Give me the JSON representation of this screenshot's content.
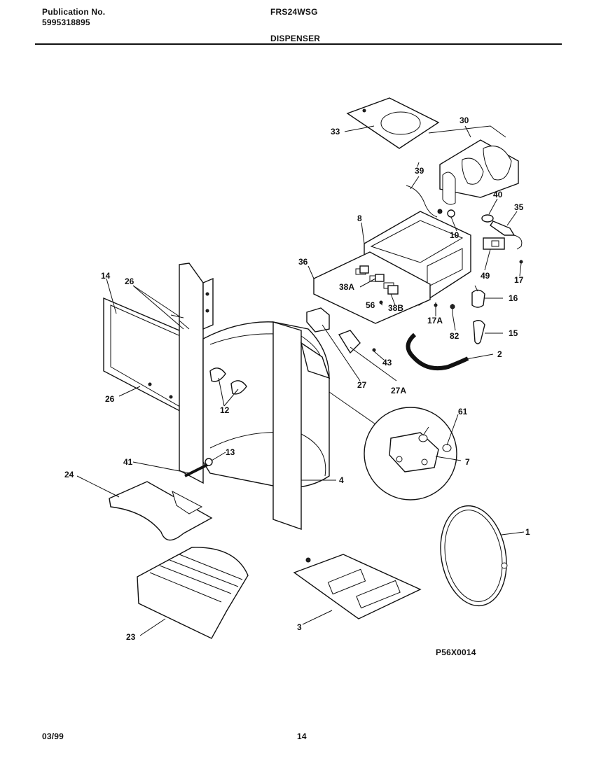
{
  "header": {
    "publication_label": "Publication No.",
    "publication_number": "5995318895",
    "model": "FRS24WSG",
    "section": "DISPENSER"
  },
  "footer": {
    "date": "03/99",
    "page": "14"
  },
  "diagram_code": "P56X0014",
  "callouts": [
    "33",
    "30",
    "39",
    "40",
    "35",
    "8",
    "10",
    "36",
    "49",
    "17",
    "38A",
    "56",
    "38B",
    "16",
    "17A",
    "82",
    "15",
    "43",
    "2",
    "14",
    "26",
    "27",
    "27A",
    "26",
    "12",
    "61",
    "7",
    "13",
    "41",
    "4",
    "24",
    "1",
    "23",
    "3"
  ]
}
